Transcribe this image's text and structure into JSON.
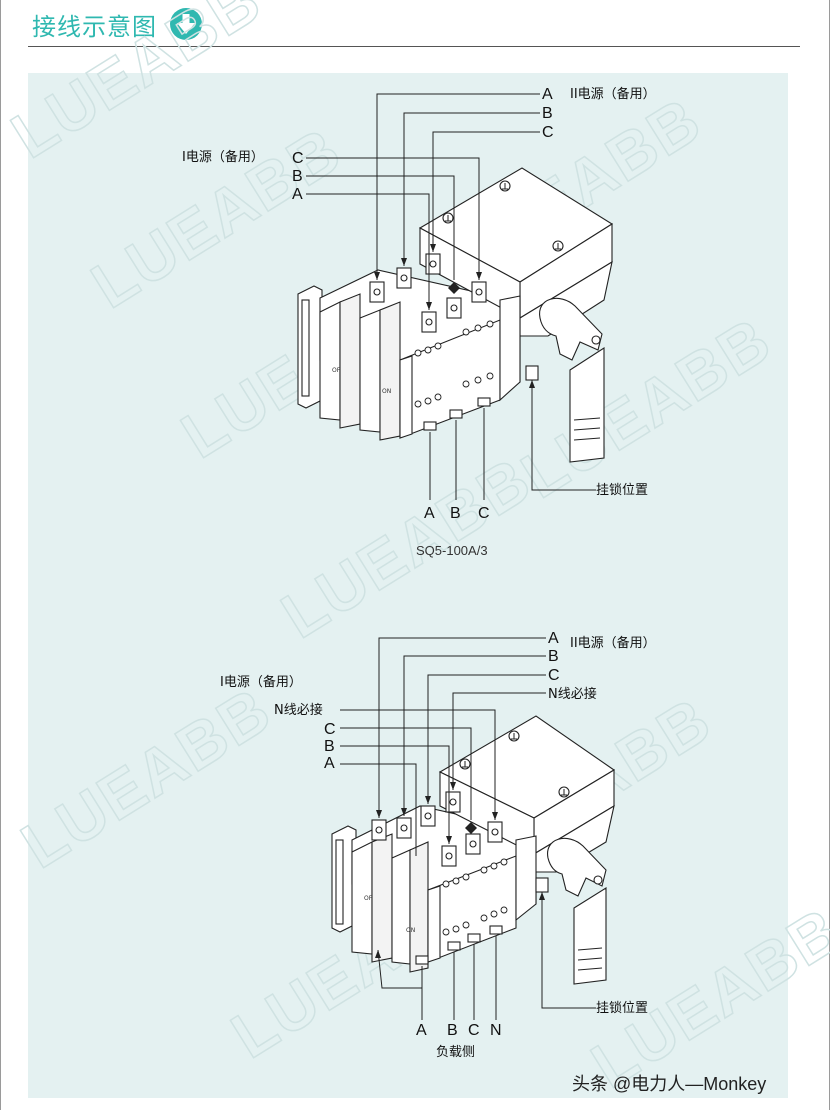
{
  "header": {
    "title": "接线示意图",
    "icon": "down-arrow-circle-icon",
    "accent": "#2fb8b0"
  },
  "panel": {
    "background": "#e4f1f1"
  },
  "watermark": {
    "text": "LUEABB"
  },
  "diagram1": {
    "source2_label": "II电源（备用）",
    "source1_label": "I电源（备用）",
    "top_phases": [
      "A",
      "B",
      "C"
    ],
    "left_phases": [
      "C",
      "B",
      "A"
    ],
    "bottom_phases": [
      "A",
      "B",
      "C"
    ],
    "lock_label": "挂锁位置",
    "off_label": "OF",
    "on_label": "ON",
    "model": "SQ5-100A/3"
  },
  "diagram2": {
    "source2_label": "II电源（备用）",
    "source1_label": "I电源（备用）",
    "top_phases": [
      "A",
      "B",
      "C"
    ],
    "n_top_label": "N线必接",
    "n_left_label": "N线必接",
    "left_phases": [
      "C",
      "B",
      "A"
    ],
    "bottom_phases": [
      "A",
      "B",
      "C",
      "N"
    ],
    "lock_label": "挂锁位置",
    "off_label": "OF",
    "on_label": "ON",
    "load_label": "负载侧"
  },
  "footer": {
    "watermark_text": "头条 @电力人—Monkey"
  }
}
